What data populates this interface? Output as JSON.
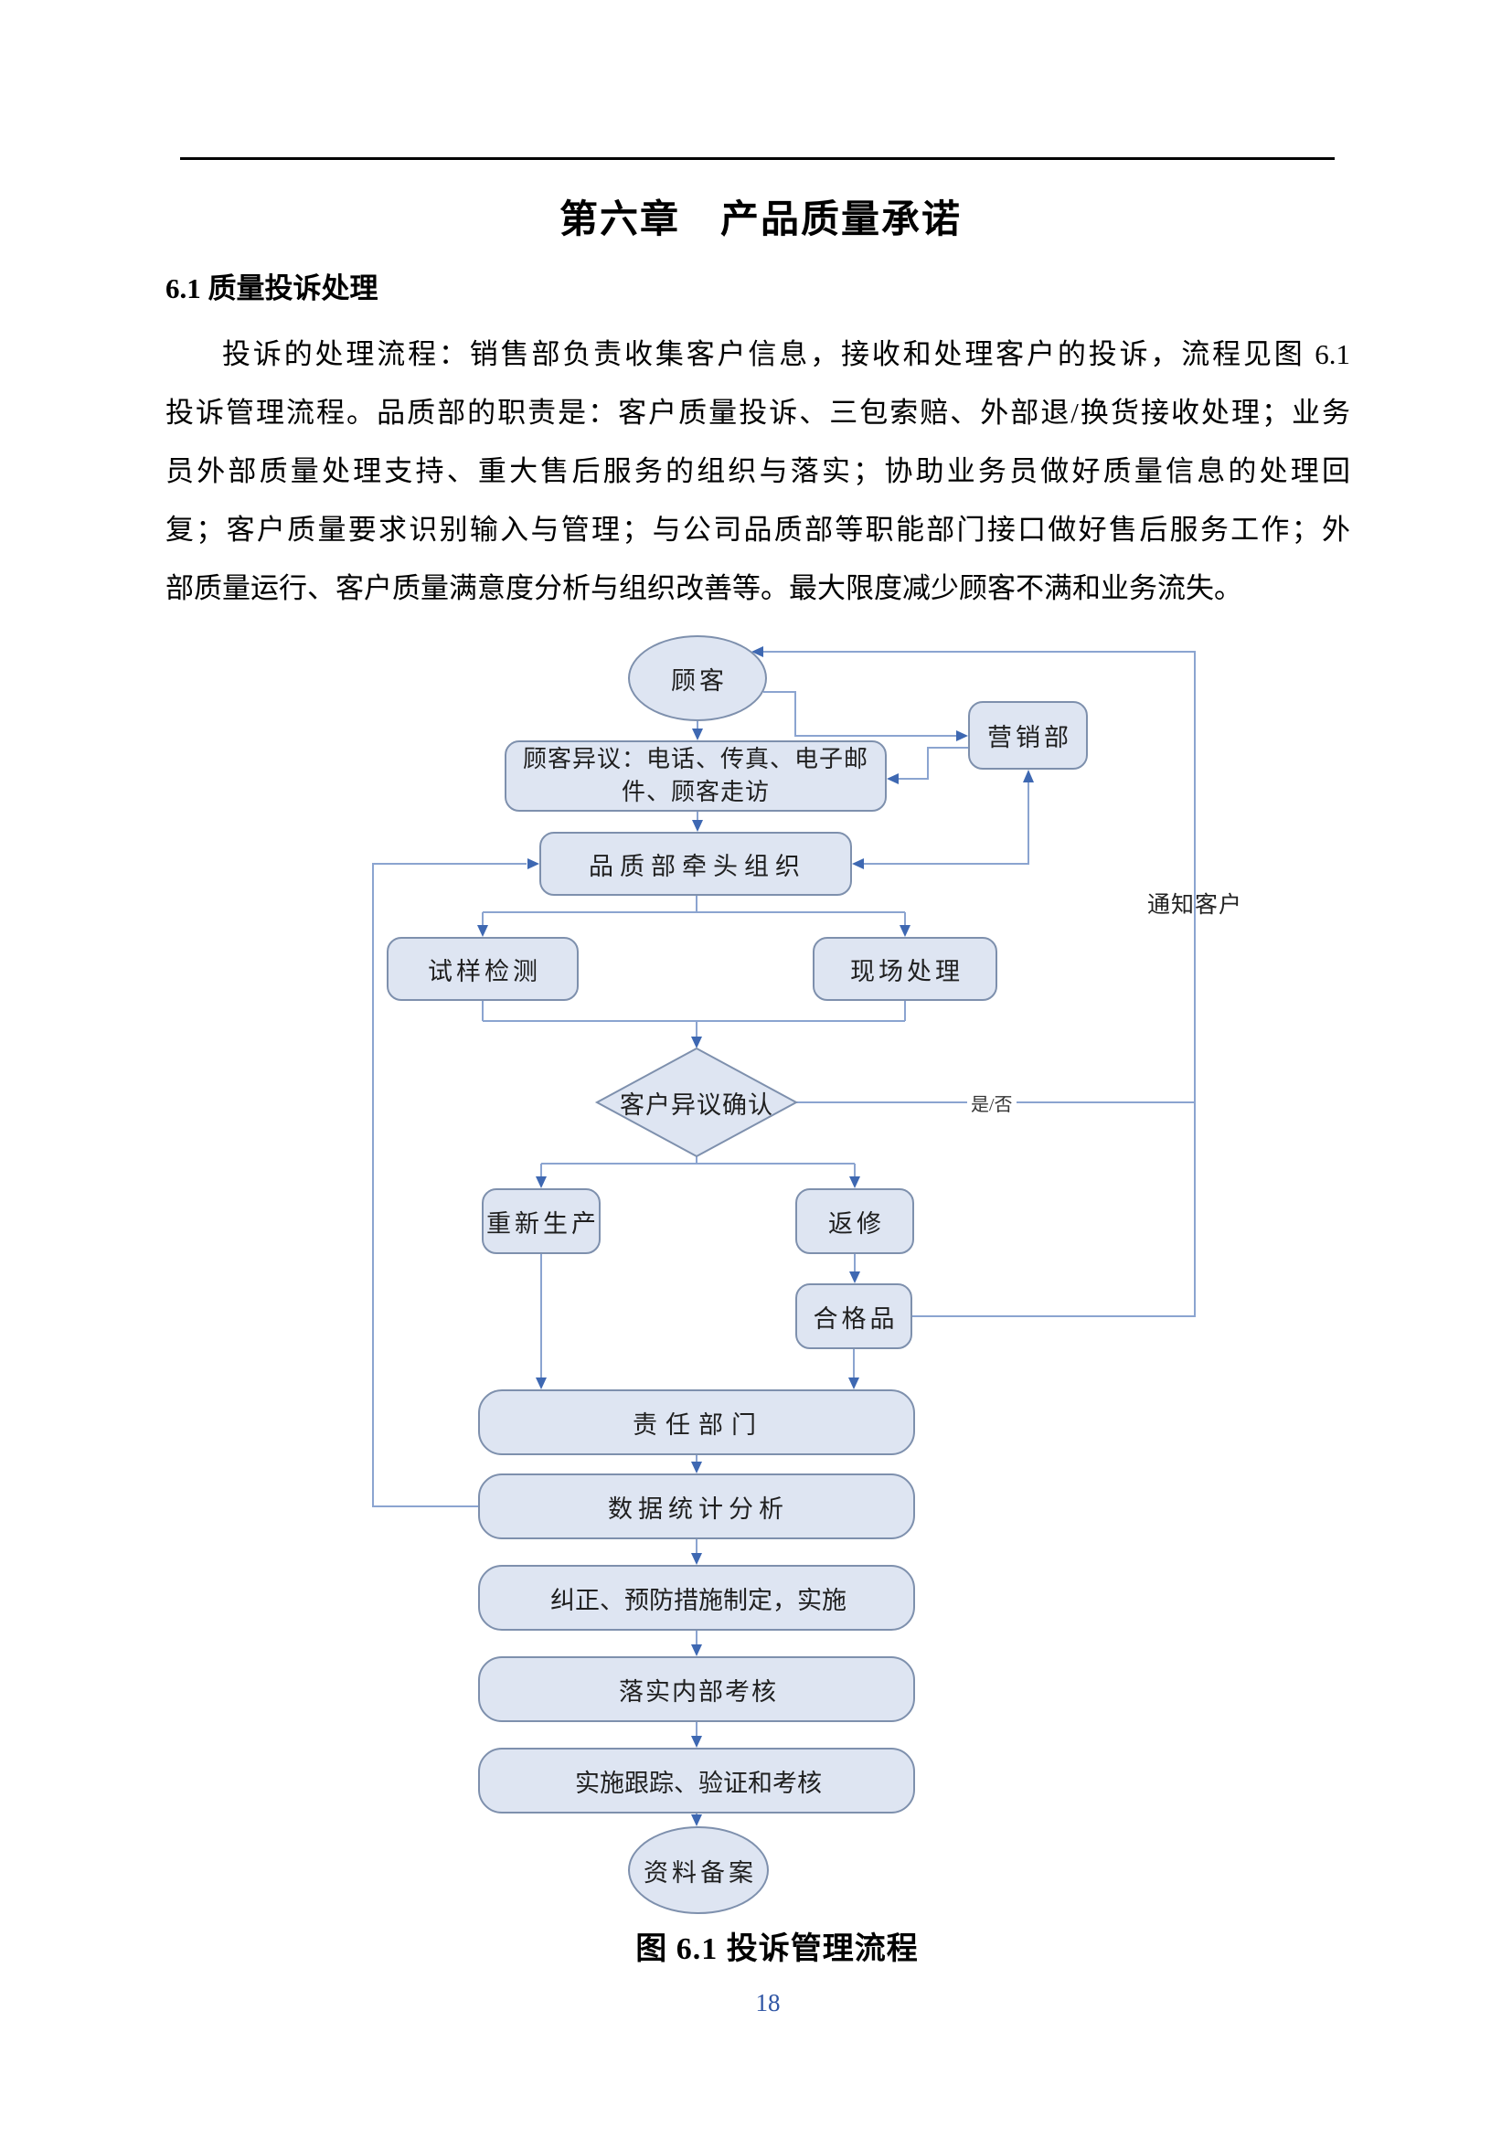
{
  "title": "第六章　产品质量承诺",
  "section": {
    "heading": "6.1 质量投诉处理"
  },
  "paragraph": {
    "lines": [
      "投诉的处理流程：销售部负责收集客户信息，接收和处理客户的投诉，流程见图 6.1",
      "投诉管理流程。品质部的职责是：客户质量投诉、三包索赔、外部退/换货接收处理；业务",
      "员外部质量处理支持、重大售后服务的组织与落实；协助业务员做好质量信息的处理回",
      "复；客户质量要求识别输入与管理；与公司品质部等职能部门接口做好售后服务工作；外",
      "部质量运行、客户质量满意度分析与组织改善等。最大限度减少顾客不满和业务流失。"
    ]
  },
  "flowchart": {
    "nodes": {
      "customer": {
        "label": "顾客"
      },
      "marketing": {
        "label": "营销部"
      },
      "objection": {
        "label": "顾客异议：电话、传真、电子邮\n件、顾客走访"
      },
      "quality_lead": {
        "label": "品质部牵头组织"
      },
      "sample_test": {
        "label": "试样检测"
      },
      "onsite": {
        "label": "现场处理"
      },
      "confirm": {
        "label": "客户异议确认"
      },
      "reproduce": {
        "label": "重新生产"
      },
      "repair": {
        "label": "返修"
      },
      "qualified": {
        "label": "合格品"
      },
      "responsible": {
        "label": "责任部门"
      },
      "statistics": {
        "label": "数据统计分析"
      },
      "corrective": {
        "label": "纠正、预防措施制定，实施"
      },
      "assessment": {
        "label": "落实内部考核"
      },
      "tracking": {
        "label": "实施跟踪、验证和考核"
      },
      "archive": {
        "label": "资料备案"
      }
    },
    "labels": {
      "notify": "通知客户",
      "yesno": "是/否"
    },
    "caption": "图 6.1 投诉管理流程",
    "colors": {
      "node_fill": "#dee5f2",
      "node_border": "#7e90ad",
      "line": "#8ba4d0",
      "arrow": "#3e68b2"
    }
  },
  "page": {
    "number": "18"
  }
}
